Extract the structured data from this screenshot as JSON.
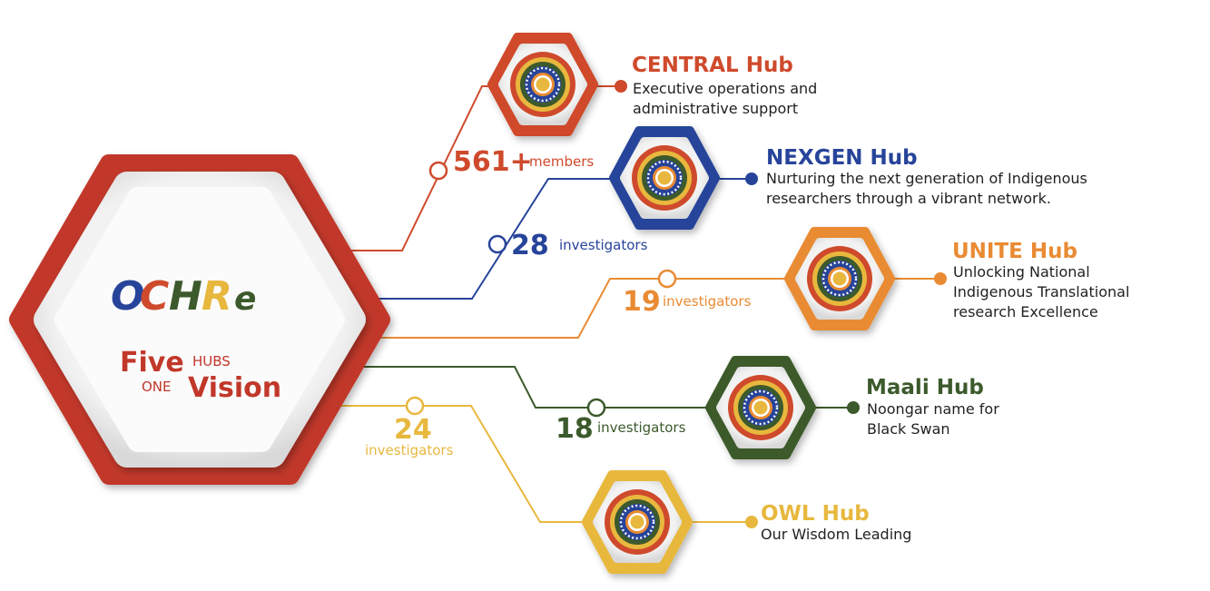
{
  "colors": {
    "central": "#cf4a2c",
    "nexgen": "#27449a",
    "unite": "#e98b33",
    "maali": "#3c5a2c",
    "owl": "#e8b83e",
    "main_red": "#c1382a",
    "text": "#231f20"
  },
  "center": {
    "logo": "OCHRe",
    "five": "Five",
    "hubs": "HUBS",
    "one": "ONE",
    "vision": "Vision"
  },
  "stats": {
    "central": {
      "number": "561+",
      "label": "members"
    },
    "nexgen": {
      "number": "28",
      "label": "investigators"
    },
    "unite": {
      "number": "19",
      "label": "investigators"
    },
    "maali": {
      "number": "18",
      "label": "investigators"
    },
    "owl": {
      "number": "24",
      "label": "investigators"
    }
  },
  "hubs": {
    "central": {
      "title": "CENTRAL Hub",
      "desc1": "Executive operations and",
      "desc2": "administrative support"
    },
    "nexgen": {
      "title": "NEXGEN Hub",
      "desc1": "Nurturing the next generation of Indigenous",
      "desc2": "researchers through a vibrant network."
    },
    "unite": {
      "title": "UNITE Hub",
      "desc1": "Unlocking National",
      "desc2": "Indigenous Translational",
      "desc3": "research Excellence"
    },
    "maali": {
      "title": "Maali Hub",
      "desc1": "Noongar name for",
      "desc2": "Black Swan"
    },
    "owl": {
      "title": "OWL Hub",
      "desc1": "Our Wisdom Leading"
    }
  }
}
